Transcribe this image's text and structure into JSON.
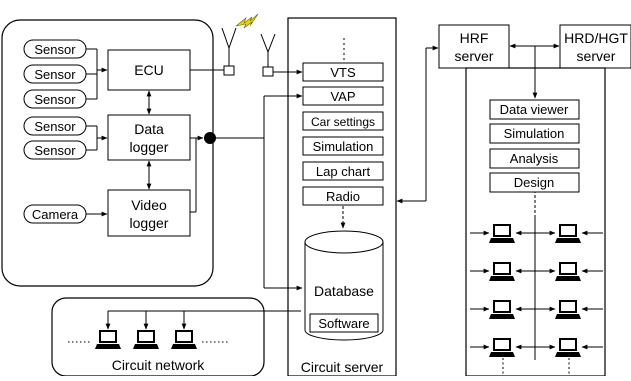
{
  "car_system": {
    "title": "Car system",
    "sensors": [
      "Sensor",
      "Sensor",
      "Sensor",
      "Sensor",
      "Sensor"
    ],
    "camera": "Camera",
    "ecu": "ECU",
    "data_logger": [
      "Data",
      "logger"
    ],
    "video_logger": [
      "Video",
      "logger"
    ]
  },
  "circuit_server": {
    "title": "Circuit server",
    "items": [
      "VTS",
      "VAP",
      "Car settings",
      "Simulation",
      "Lap chart",
      "Radio"
    ],
    "database": "Database",
    "software": "Software"
  },
  "circuit_network": {
    "title": "Circuit network"
  },
  "hrf_server": [
    "HRF",
    "server"
  ],
  "hrd_server": [
    "HRD/HGT",
    "server"
  ],
  "hq_tools": [
    "Data viewer",
    "Simulation",
    "Analysis",
    "Design"
  ],
  "colors": {
    "stroke": "#000000",
    "lightning": "#e8d800",
    "background": "#ffffff"
  }
}
